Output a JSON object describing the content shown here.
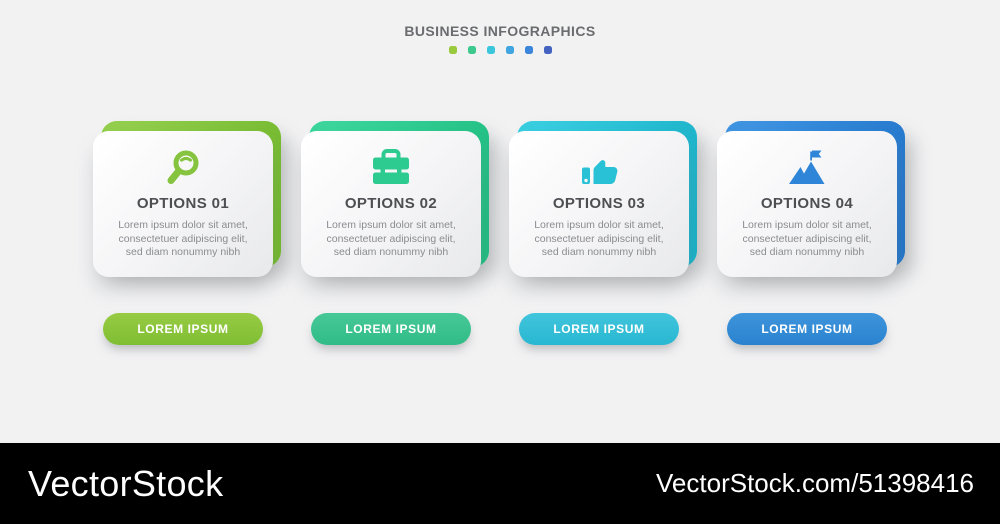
{
  "header": {
    "title": "BUSINESS INFOGRAPHICS",
    "dot_colors": [
      "#99CA3E",
      "#3DC98E",
      "#3BC6DB",
      "#40A5E0",
      "#3B85DB",
      "#4463C1"
    ]
  },
  "cards": [
    {
      "icon": "search-icon",
      "title": "OPTIONS 01",
      "body": [
        "Lorem ipsum dolor sit amet,",
        "consectetuer adipiscing elit,",
        "sed diam nonummy nibh"
      ],
      "button_label": "LOREM IPSUM",
      "accent": "#86C43F",
      "accent_light": "#92CE4C",
      "accent_dark": "#72B72D",
      "button_color": "#97CB43",
      "button_color_dark": "#7FBE34"
    },
    {
      "icon": "briefcase-icon",
      "title": "OPTIONS 02",
      "body": [
        "Lorem ipsum dolor sit amet,",
        "consectetuer adipiscing elit,",
        "sed diam nonummy nibh"
      ],
      "button_label": "LOREM IPSUM",
      "accent": "#2ECB90",
      "accent_light": "#3BD59B",
      "accent_dark": "#1FBC80",
      "button_color": "#47C897",
      "button_color_dark": "#30BC87"
    },
    {
      "icon": "thumbs-up-icon",
      "title": "OPTIONS 03",
      "body": [
        "Lorem ipsum dolor sit amet,",
        "consectetuer adipiscing elit,",
        "sed diam nonummy nibh"
      ],
      "button_label": "LOREM IPSUM",
      "accent": "#29C1D5",
      "accent_light": "#38CCDF",
      "accent_dark": "#18B0C7",
      "button_color": "#41C5DC",
      "button_color_dark": "#28B7D1"
    },
    {
      "icon": "mountain-flag-icon",
      "title": "OPTIONS 04",
      "body": [
        "Lorem ipsum dolor sit amet,",
        "consectetuer adipiscing elit,",
        "sed diam nonummy nibh"
      ],
      "button_label": "LOREM IPSUM",
      "accent": "#2F86D8",
      "accent_light": "#3E93E1",
      "accent_dark": "#2174C9",
      "button_color": "#3F95DB",
      "button_color_dark": "#2A82CF"
    }
  ],
  "footer": {
    "logo_text": "VectorStock",
    "credit_text": "VectorStock.com/51398416"
  },
  "colors": {
    "page_background": "#F2F2F3",
    "footer_background": "#000000",
    "title_text": "#6B6C6F",
    "card_title_text": "#4E4F52",
    "card_body_text": "#8A8C8F"
  }
}
